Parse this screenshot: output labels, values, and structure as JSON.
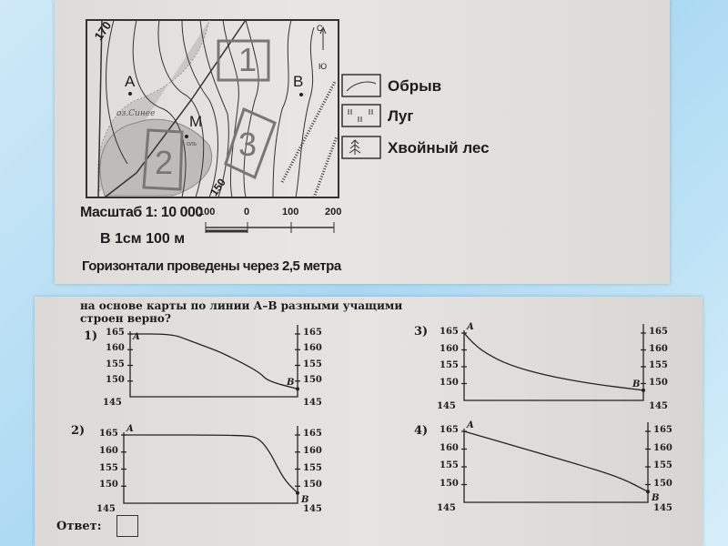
{
  "map": {
    "contour_labels": [
      "170",
      "150"
    ],
    "points": [
      "A",
      "B",
      "M"
    ],
    "lake_label": "оз.Синее",
    "small_label": "оль",
    "areas": [
      "1",
      "2",
      "3"
    ],
    "compass": {
      "north": "С",
      "south": "Ю"
    },
    "legend": [
      {
        "icon": "cliff-icon",
        "label": "Обрыв"
      },
      {
        "icon": "meadow-icon",
        "label": "Луг"
      },
      {
        "icon": "conifer-tree-icon",
        "label": "Хвойный лес"
      }
    ],
    "scale_text": "Масштаб 1: 10 000",
    "scale_ticks": [
      "100",
      "0",
      "100",
      "200"
    ],
    "scale_note": "В 1см 100 м",
    "contour_note": "Горизонтали проведены через 2,5 метра"
  },
  "question": {
    "line1": "на основе карты по линии А–В разными учащими",
    "line2": "строен верно?"
  },
  "profiles": [
    {
      "label": "1)",
      "ticks": [
        "165",
        "160",
        "155",
        "150",
        "145"
      ],
      "start": "A",
      "end": "B",
      "points": [
        [
          0,
          165
        ],
        [
          0.25,
          165
        ],
        [
          0.35,
          163
        ],
        [
          0.45,
          161
        ],
        [
          0.55,
          159
        ],
        [
          0.77,
          153
        ],
        [
          0.82,
          150
        ],
        [
          1,
          147.5
        ]
      ]
    },
    {
      "label": "2)",
      "ticks": [
        "165",
        "160",
        "155",
        "150",
        "145"
      ],
      "start": "A",
      "end": "B",
      "points": [
        [
          0,
          165
        ],
        [
          0.7,
          165
        ],
        [
          0.78,
          164
        ],
        [
          0.84,
          160
        ],
        [
          0.88,
          156
        ],
        [
          0.93,
          151.5
        ],
        [
          1,
          148
        ]
      ]
    },
    {
      "label": "3)",
      "ticks": [
        "165",
        "160",
        "155",
        "150",
        "145"
      ],
      "start": "A",
      "end": "B",
      "points": [
        [
          0,
          165
        ],
        [
          0.05,
          162
        ],
        [
          0.12,
          159
        ],
        [
          0.25,
          155.5
        ],
        [
          0.45,
          152.5
        ],
        [
          0.7,
          150
        ],
        [
          1,
          148
        ]
      ]
    },
    {
      "label": "4)",
      "ticks": [
        "165",
        "160",
        "155",
        "150",
        "145"
      ],
      "start": "A",
      "end": "B",
      "points": [
        [
          0,
          165
        ],
        [
          0.3,
          160.5
        ],
        [
          0.6,
          156
        ],
        [
          0.85,
          152
        ],
        [
          1,
          148
        ]
      ]
    }
  ],
  "answer": {
    "label": "Ответ:",
    "value": ""
  }
}
